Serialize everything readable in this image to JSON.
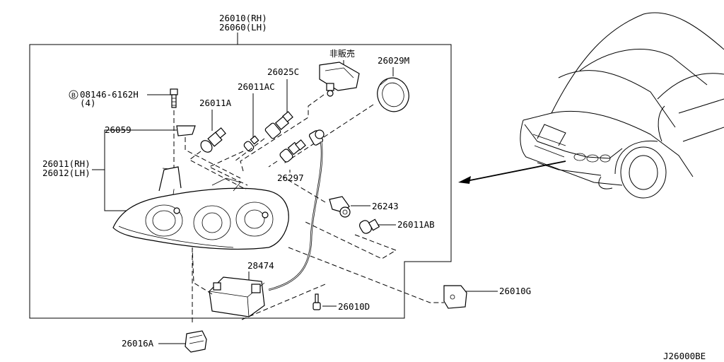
{
  "diagram": {
    "header_rh": "26010(RH)",
    "header_lh": "26060(LH)",
    "not_for_sale": "非販売",
    "bolt_code": "08146-6162H",
    "bolt_qty": "(4)",
    "bolt_circle_letter": "B",
    "part_26029M": "26029M",
    "part_26025C": "26025C",
    "part_26011AC": "26011AC",
    "part_26011A": "26011A",
    "part_26059": "26059",
    "part_26011_rh": "26011(RH)",
    "part_26012_lh": "26012(LH)",
    "part_26297": "26297",
    "part_26243": "26243",
    "part_26011AB": "26011AB",
    "part_28474": "28474",
    "part_26010D": "26010D",
    "part_26010G": "26010G",
    "part_26016A": "26016A",
    "diagram_code": "J26000BE"
  }
}
